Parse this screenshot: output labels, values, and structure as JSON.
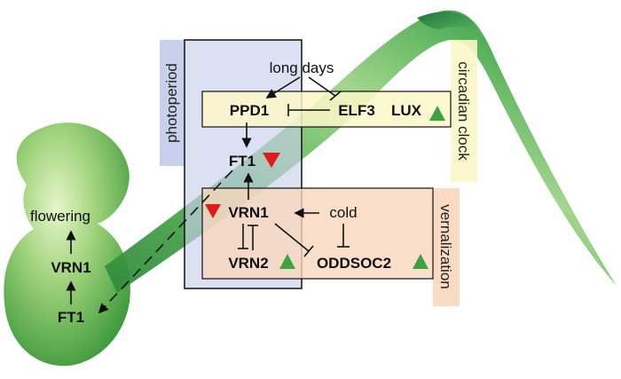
{
  "labels": {
    "flowering": "flowering",
    "vrn1_apex": "VRN1",
    "ft1_apex": "FT1",
    "long_days": "long days",
    "ppd1": "PPD1",
    "elf3": "ELF3",
    "lux": "LUX",
    "ft1_leaf": "FT1",
    "vrn1_leaf": "VRN1",
    "cold": "cold",
    "vrn2": "VRN2",
    "oddsoc2": "ODDSOC2"
  },
  "regions": {
    "photoperiod": "photoperiod",
    "circadian_clock": "circadian clock",
    "vernalization": "vernalization"
  },
  "colors": {
    "photoperiod_fill": "#c9d0ec",
    "circadian_fill": "#fbf7c8",
    "vernalization_fill": "#f8d7bd",
    "leaf_green": "#3fa34d",
    "up_triangle": "#3aa53a",
    "down_triangle": "#e01b1b"
  },
  "markers": {
    "lux": "up",
    "ft1_leaf": "down",
    "vrn1_leaf": "down",
    "vrn2": "up",
    "oddsoc2": "up"
  }
}
